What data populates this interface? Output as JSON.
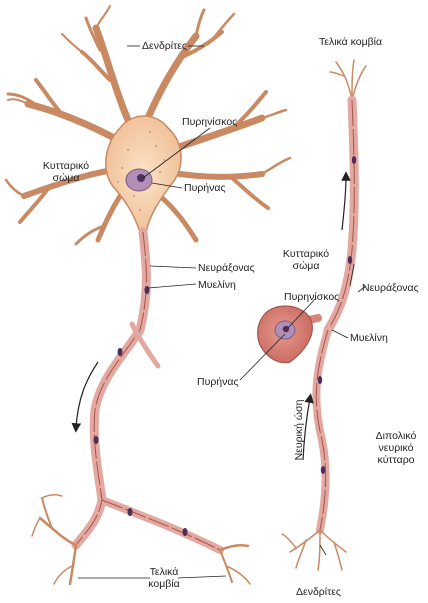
{
  "multipolar": {
    "dendrites_label": "Δενδρίτες",
    "cell_body_label_line1": "Κυτταρικό",
    "cell_body_label_line2": "σώμα",
    "nucleolus_label": "Πυρηνίσκος",
    "nucleus_label": "Πυρήνας",
    "axon_label": "Νευράξονας",
    "myelin_label": "Μυελίνη",
    "terminals_label_line1": "Τελικά",
    "terminals_label_line2": "κομβία"
  },
  "bipolar": {
    "terminals_label": "Τελικά κομβία",
    "cell_body_label_line1": "Κυτταρικό",
    "cell_body_label_line2": "σώμα",
    "nucleolus_label": "Πυρηνίσκος",
    "nucleus_label": "Πυρήνας",
    "axon_label": "Νευράξονας",
    "myelin_label": "Μυελίνη",
    "signal_direction_label": "Νευρική ώση",
    "dendrites_label": "Δενδρίτες",
    "title_line1": "Διπολικό",
    "title_line2": "νευρικό",
    "title_line3": "κύτταρο"
  },
  "colors": {
    "cell_fill": "#f3c8a2",
    "cell_stroke": "#b9734f",
    "myelin_fill": "#e7a9a0",
    "myelin_stroke": "#a2564c",
    "soma2_fill": "#d9857b",
    "nucleus_fill": "#b28ab0",
    "line": "#222222"
  }
}
